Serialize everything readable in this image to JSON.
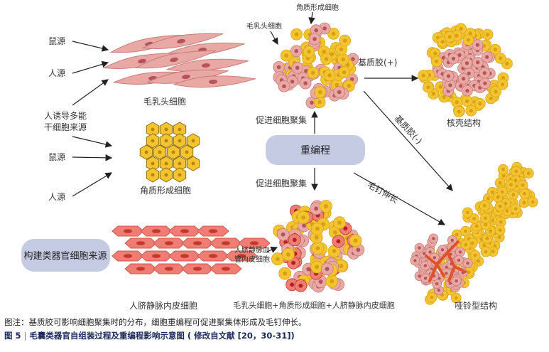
{
  "labels": {
    "mouse_source_1": "鼠源",
    "human_source_1": "人源",
    "ipsc_source_line1": "人诱导多能",
    "ipsc_source_line2": "干细胞来源",
    "mouse_source_2": "鼠源",
    "human_source_2": "人源",
    "dermal_papilla_cells": "毛乳头细胞",
    "keratinocytes": "角质形成细胞",
    "huvec": "人脐静脉内皮细胞",
    "organ_cell_source": "构建类器官细胞来源",
    "promote_aggregation_top": "促进细胞聚集",
    "promote_aggregation_bottom": "促进细胞聚集",
    "reprogramming": "重编程",
    "keratinocyte_label_top": "角质形成细胞",
    "dp_label_top": "毛乳头细胞",
    "matrigel_plus": "基质胶(+)",
    "matrigel_minus": "基质胶(-)",
    "core_shell": "核壳结构",
    "peg_elongation": "毛钉伸长",
    "huvec_label_inner_line1": "人脐静脉血",
    "huvec_label_inner_line2": "管内皮细胞",
    "triple_culture": "毛乳头细胞+角质形成细胞+人脐静脉内皮细胞",
    "dumbbell": "哑铃型结构"
  },
  "caption": {
    "note": "图注：基质胶可影响细胞聚集时的分布，细胞重编程可促进聚集体形成及毛钉伸长。",
    "figure_no": "图 5",
    "title": "毛囊类器官自组装过程及重编程影响示意图 ( 修改自文献 [20，30-31])"
  },
  "colors": {
    "keratinocyte_fill": "#f4c430",
    "keratinocyte_stroke": "#d9a520",
    "dp_fill": "#e9a8a3",
    "dp_stroke": "#c77f7a",
    "dp_nucleus": "#b5545a",
    "endo_fill": "#ef7d73",
    "endo_nucleus": "#c0392b",
    "vessel": "#e0522a",
    "pill_fill": "#c5cbe3"
  }
}
